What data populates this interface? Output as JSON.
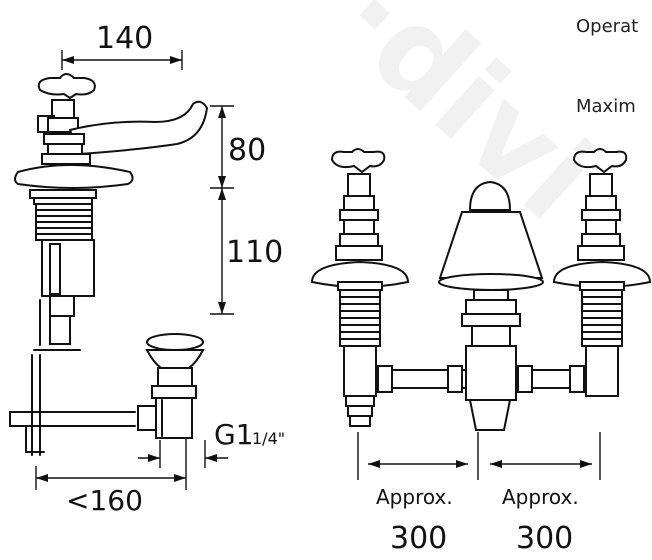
{
  "dimensions": {
    "top_width": "140",
    "spout_height": "80",
    "body_height": "110",
    "overall_reach": "<160",
    "waste_thread_main": "G1",
    "waste_thread_sub": "1/4\"",
    "spacing_left_label": "Approx.",
    "spacing_left_value": "300",
    "spacing_right_label": "Approx.",
    "spacing_right_value": "300"
  },
  "side_text": {
    "line1": "Operat",
    "line2": "Maxim"
  },
  "watermark": {
    "text": "·divi",
    "color": "#f1f1f1"
  }
}
